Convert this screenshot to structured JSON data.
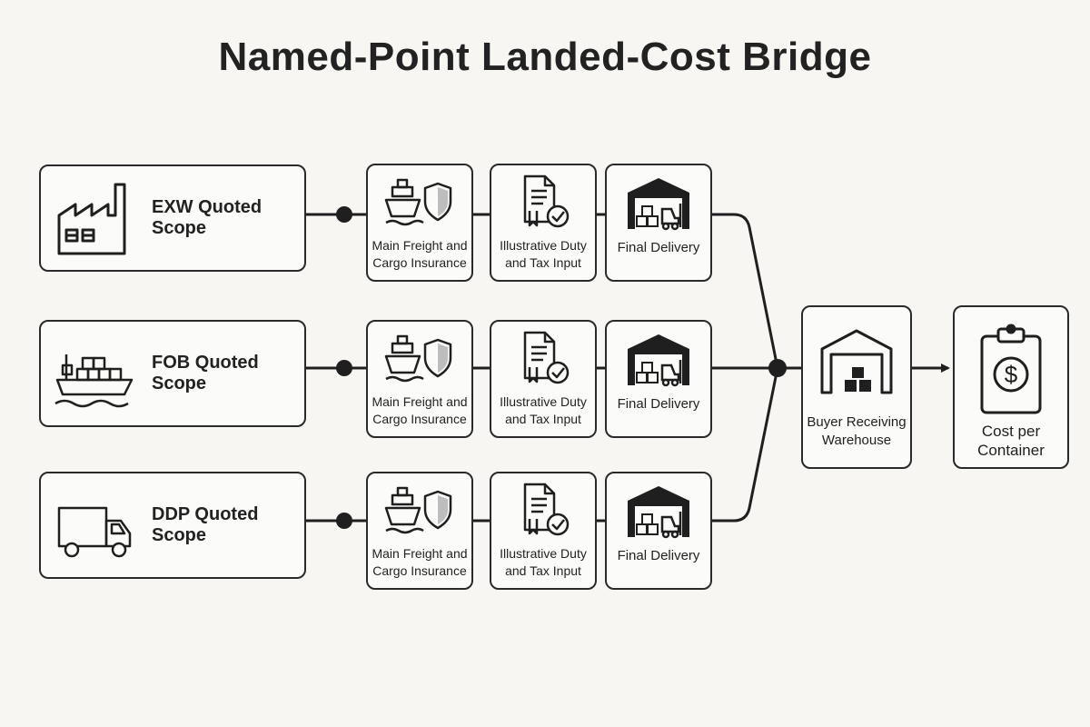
{
  "title": "Named-Point Landed-Cost Bridge",
  "accent_color": "#1f1f1f",
  "background_color": "#f7f6f3",
  "rows": [
    {
      "scope_label": "EXW Quoted Scope",
      "scope_icon": "factory-icon",
      "steps": [
        "Main Freight and Cargo Insurance",
        "Illustrative Duty and Tax Input",
        "Final Delivery"
      ]
    },
    {
      "scope_label": "FOB Quoted Scope",
      "scope_icon": "cargo-ship-icon",
      "steps": [
        "Main Freight and Cargo Insurance",
        "Illustrative Duty and Tax Input",
        "Final Delivery"
      ]
    },
    {
      "scope_label": "DDP Quoted Scope",
      "scope_icon": "truck-icon",
      "steps": [
        "Main Freight and Cargo Insurance",
        "Illustrative Duty and Tax Input",
        "Final Delivery"
      ]
    }
  ],
  "step_icons": [
    "ship-shield-icon",
    "document-check-icon",
    "warehouse-forklift-icon"
  ],
  "merge_node": {
    "label": "Buyer Receiving Warehouse",
    "icon": "warehouse-boxes-icon"
  },
  "result_node": {
    "label": "Cost per Container",
    "icon": "clipboard-dollar-icon"
  }
}
